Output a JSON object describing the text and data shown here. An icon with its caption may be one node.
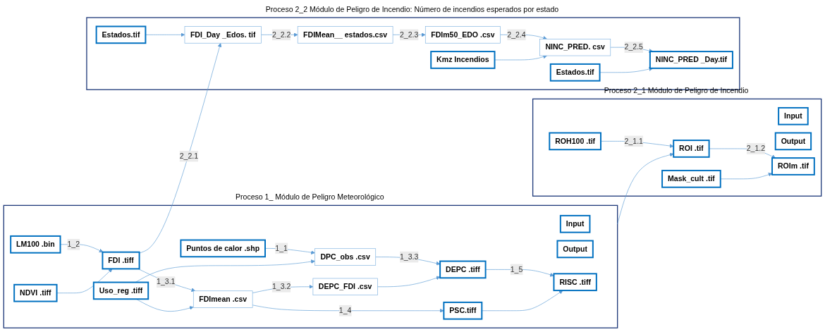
{
  "diagram": {
    "nodes": [
      {
        "text": [
          "Proceso 1_ Módulo de Peligro Meteorológico"
        ]
      },
      {
        "text": [
          "Input"
        ],
        "in": 0
      },
      {
        "text": [
          "Puntos de calor .shp"
        ],
        "in": 0
      },
      {
        "text": [
          "Uso_reg .tiff"
        ],
        "in": 0
      },
      {
        "text": [
          "LM100 .bin"
        ],
        "in": 0
      },
      {
        "text": [
          "NDVI .tiff"
        ],
        "in": 0
      },
      {
        "text": [
          "FDI .tiff"
        ],
        "in": 0
      },
      {
        "text": [
          "FDImean .csv"
        ],
        "in": 0
      },
      {
        "text": [
          "DPC_obs .csv"
        ],
        "in": 0
      },
      {
        "text": [
          "DEPC_FDI .csv"
        ],
        "in": 0
      },
      {
        "text": [
          "Output"
        ],
        "in": 0
      },
      {
        "text": [
          "DEPC .tiff"
        ],
        "in": 0
      },
      {
        "text": [
          "PSC.tiff"
        ],
        "in": 0
      },
      {
        "text": [
          "RISC .tiff"
        ],
        "in": 0
      },
      {
        "text": [
          "Proceso 2_1 Módulo de Peligro de Incendio"
        ]
      },
      {
        "text": [
          "Input"
        ],
        "in": 14
      },
      {
        "text": [
          "Output"
        ],
        "in": 14
      },
      {
        "text": [
          "ROH100 .tif"
        ],
        "in": 14
      },
      {
        "text": [
          "ROI .tif"
        ],
        "in": 14
      },
      {
        "text": [
          "Mask_cult .tif"
        ],
        "in": 14
      },
      {
        "text": [
          "ROIm .tif"
        ],
        "in": 14
      },
      {
        "text": [
          "Proceso 2_2 Módulo de Peligro de Incendio: Número de incendios esperados por estado"
        ]
      },
      {
        "text": [
          "Estados.tif"
        ],
        "in": 21
      },
      {
        "text": [
          "FDI_Day _Edos. tif"
        ],
        "in": 21
      },
      {
        "text": [
          "FDIMean__ estados.csv"
        ],
        "in": 21
      },
      {
        "text": [
          "FDIm50_EDO .csv"
        ],
        "in": 21
      },
      {
        "text": [
          "Kmz Incendios"
        ],
        "in": 21
      },
      {
        "text": [
          "NINC_PRED. csv"
        ],
        "in": 21
      },
      {
        "text": [
          "Estados.tif"
        ],
        "in": 21
      },
      {
        "text": [
          "NINC_PRED _Day.tif"
        ],
        "in": 21
      }
    ],
    "edges": [
      {
        "from": 2,
        "to": 8,
        "arrow": "to",
        "label": "1_1"
      },
      {
        "from": 3,
        "to": 8,
        "arrow": "to"
      },
      {
        "from": 4,
        "to": 6,
        "arrow": "to",
        "label": "1_2"
      },
      {
        "from": 5,
        "to": 6,
        "arrow": "to"
      },
      {
        "from": 6,
        "to": 7,
        "arrow": "to",
        "label": "1_3.1"
      },
      {
        "from": 3,
        "to": 7,
        "arrow": "to"
      },
      {
        "from": 7,
        "to": 9,
        "arrow": "to",
        "label": "1_3.2"
      },
      {
        "from": 8,
        "to": 11,
        "arrow": "to",
        "label": "1_3.3"
      },
      {
        "from": 9,
        "to": 11,
        "arrow": "to"
      },
      {
        "from": 7,
        "to": 12,
        "arrow": "to",
        "label": "1_4"
      },
      {
        "from": 11,
        "to": 13,
        "arrow": "to",
        "label": "1_5"
      },
      {
        "from": 12,
        "to": 13,
        "arrow": "to"
      },
      {
        "from": 17,
        "to": 18,
        "arrow": "to",
        "label": "2_1.1"
      },
      {
        "from": 0,
        "to": 18,
        "arrow": "to"
      },
      {
        "from": 18,
        "to": 20,
        "arrow": "to",
        "label": "2_1.2"
      },
      {
        "from": 19,
        "to": 20,
        "arrow": "to"
      },
      {
        "from": 6,
        "to": 23,
        "arrow": "to",
        "label": "2_2.1"
      },
      {
        "from": 22,
        "to": 23,
        "arrow": "to"
      },
      {
        "from": 23,
        "to": 24,
        "arrow": "to",
        "label": "2_2.2"
      },
      {
        "from": 24,
        "to": 25,
        "arrow": "to",
        "label": "2_2.3"
      },
      {
        "from": 25,
        "to": 27,
        "arrow": "to",
        "label": "2_2.4"
      },
      {
        "from": 26,
        "to": 27,
        "arrow": "to"
      },
      {
        "from": 27,
        "to": 29,
        "arrow": "to",
        "label": "2_2.5"
      },
      {
        "from": 28,
        "to": 29,
        "arrow": "to"
      }
    ]
  }
}
